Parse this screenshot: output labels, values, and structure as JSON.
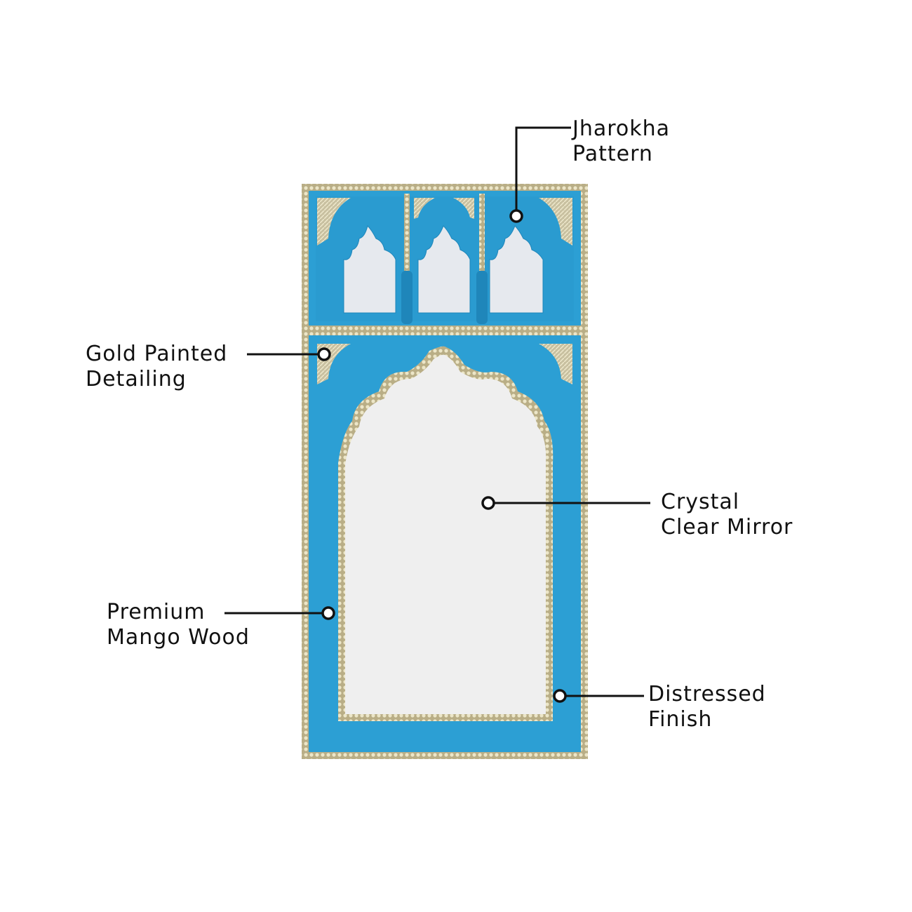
{
  "colors": {
    "background": "#ffffff",
    "frame_blue": "#2c9fd4",
    "frame_blue_dark": "#1f86ba",
    "gold_trim": "#c9bf94",
    "mirror": "#eeeeee",
    "callout_line": "#111111"
  },
  "callouts": [
    {
      "id": "jharokha",
      "line1": "Jharokha",
      "line2": "Pattern"
    },
    {
      "id": "gold",
      "line1": "Gold Painted",
      "line2": "Detailing"
    },
    {
      "id": "mirror",
      "line1": "Crystal",
      "line2": "Clear Mirror"
    },
    {
      "id": "wood",
      "line1": "Premium",
      "line2": "Mango Wood"
    },
    {
      "id": "finish",
      "line1": "Distressed",
      "line2": "Finish"
    }
  ]
}
